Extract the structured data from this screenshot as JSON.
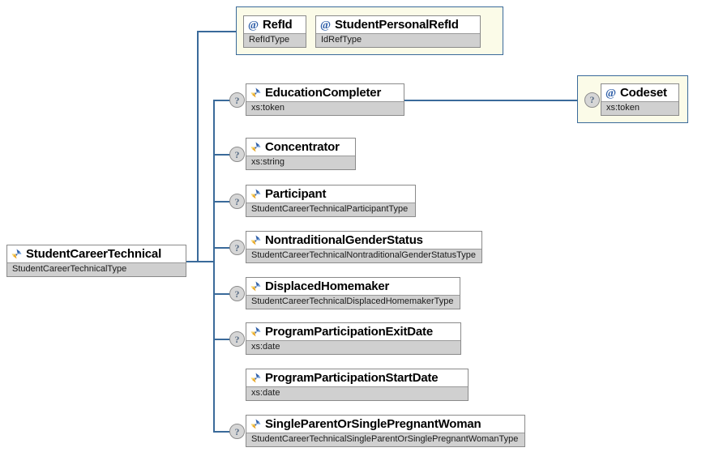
{
  "diagram": {
    "kind": "xml-schema-tree",
    "root": {
      "name": "StudentCareerTechnical",
      "type": "StudentCareerTechnicalType",
      "icon": "element-icon",
      "optional": false
    },
    "attribute_group": {
      "name": "attribute-group",
      "attributes": [
        {
          "name": "RefId",
          "type": "RefIdType",
          "icon": "attribute-icon"
        },
        {
          "name": "StudentPersonalRefId",
          "type": "IdRefType",
          "icon": "attribute-icon"
        }
      ]
    },
    "children": [
      {
        "name": "EducationCompleter",
        "type": "xs:token",
        "icon": "element-icon",
        "optional": true
      },
      {
        "name": "Concentrator",
        "type": "xs:string",
        "icon": "element-icon",
        "optional": true
      },
      {
        "name": "Participant",
        "type": "StudentCareerTechnicalParticipantType",
        "icon": "element-icon",
        "optional": true
      },
      {
        "name": "NontraditionalGenderStatus",
        "type": "StudentCareerTechnicalNontraditionalGenderStatusType",
        "icon": "element-icon",
        "optional": true
      },
      {
        "name": "DisplacedHomemaker",
        "type": "StudentCareerTechnicalDisplacedHomemakerType",
        "icon": "element-icon",
        "optional": true
      },
      {
        "name": "ProgramParticipationExitDate",
        "type": "xs:date",
        "icon": "element-icon",
        "optional": true
      },
      {
        "name": "ProgramParticipationStartDate",
        "type": "xs:date",
        "icon": "element-icon",
        "optional": false
      },
      {
        "name": "SingleParentOrSinglePregnantWoman",
        "type": "StudentCareerTechnicalSingleParentOrSinglePregnantWomanType",
        "icon": "element-icon",
        "optional": true
      }
    ],
    "codeset_group": {
      "name": "codeset-attribute-group",
      "attributes": [
        {
          "name": "Codeset",
          "type": "xs:token",
          "icon": "attribute-icon",
          "optional": true
        }
      ]
    },
    "markers": {
      "optional_symbol": "?"
    },
    "colors": {
      "connector": "#3a6a9a",
      "group_border": "#3a6a9a",
      "group_fill": "#fbfbe8",
      "node_border": "#8a8a8a",
      "type_bar": "#d0d0d0",
      "optional_marker": "#d6d6d6",
      "background": "#ffffff"
    }
  }
}
